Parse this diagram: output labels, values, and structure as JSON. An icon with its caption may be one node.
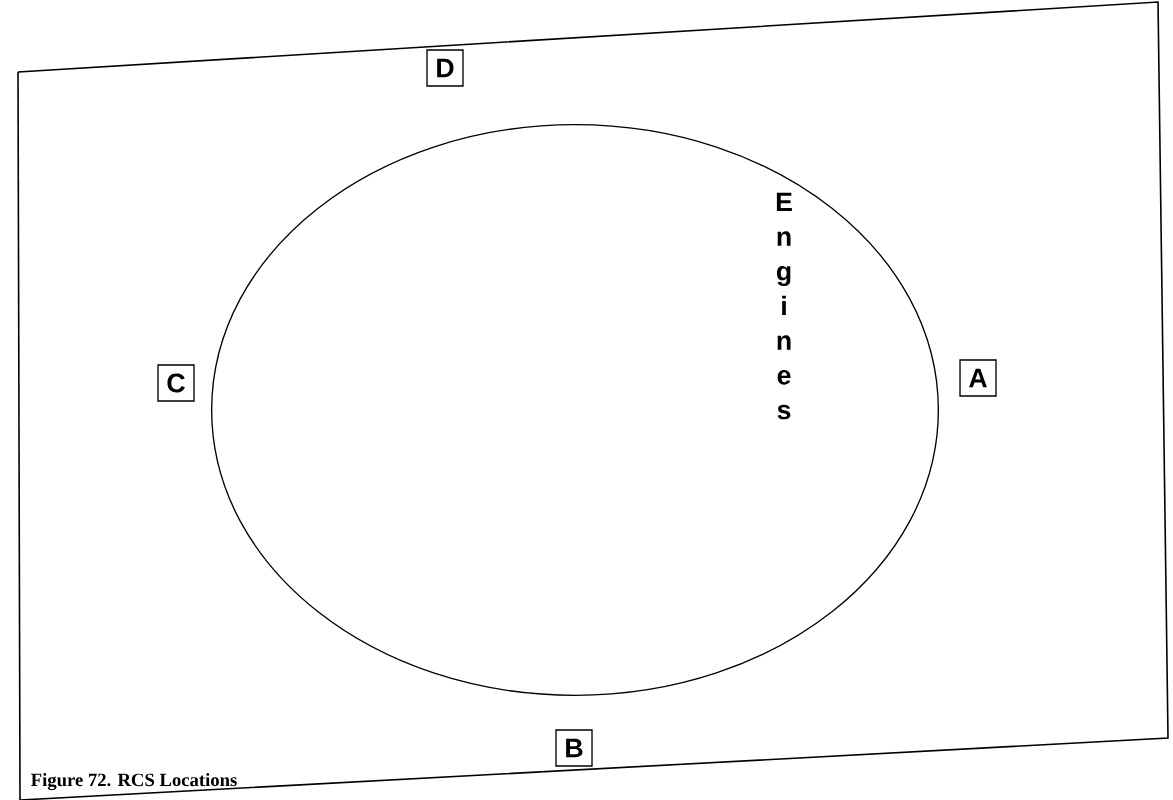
{
  "diagram": {
    "caption": "Figure 72. RCS Locations",
    "nodes": [
      {
        "text": [
          "D"
        ]
      },
      {
        "text": [
          "Engines"
        ]
      },
      {
        "text": [
          "C"
        ]
      },
      {
        "text": [
          "A"
        ]
      },
      {
        "text": [
          "B"
        ]
      }
    ]
  }
}
